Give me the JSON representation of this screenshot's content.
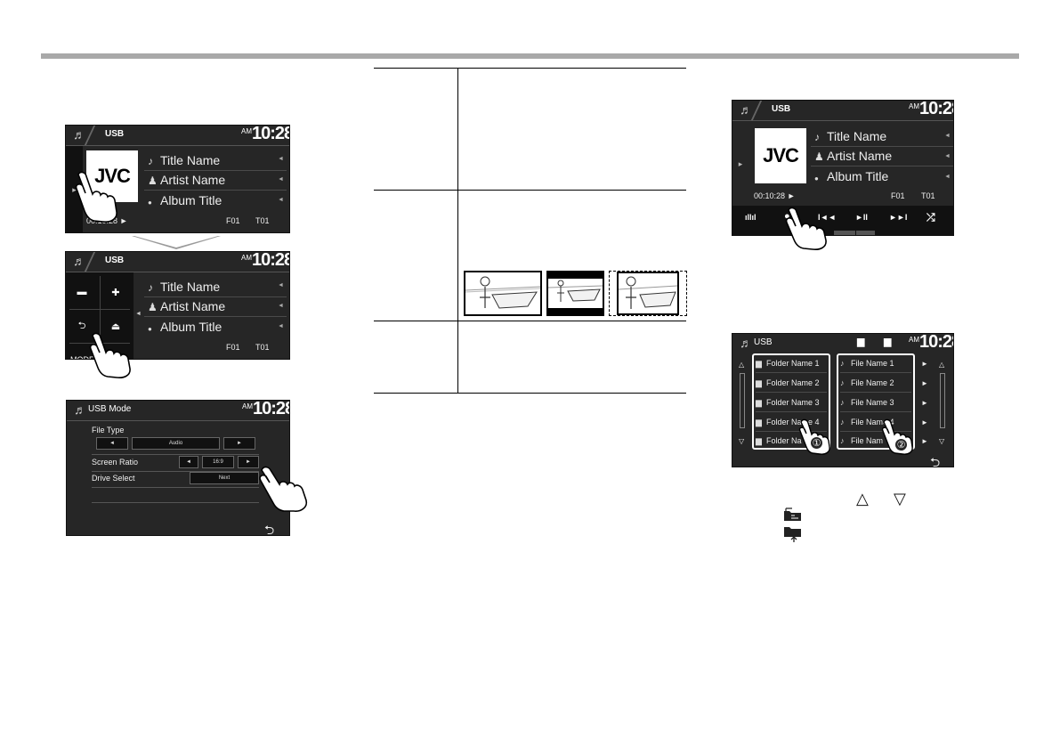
{
  "screens": {
    "source": "USB",
    "am": "AM",
    "clock": "10:28",
    "track": {
      "title": "Title Name",
      "artist": "Artist Name",
      "album": "Album Title",
      "time": "00:10:28",
      "folder": "F01",
      "track": "T01"
    },
    "art_logo": "JVC",
    "menu_mode": "MODE"
  },
  "usb_mode": {
    "title": "USB Mode",
    "am": "AM",
    "clock": "10:28",
    "file_type_label": "File Type",
    "file_type_value": "Audio",
    "screen_ratio_label": "Screen Ratio",
    "screen_ratio_value": "16:9",
    "drive_select_label": "Drive Select",
    "drive_select_value": "Next"
  },
  "list_screen": {
    "source": "USB",
    "am": "AM",
    "clock": "10:28",
    "folders": [
      "Folder Name 1",
      "Folder Name 2",
      "Folder Name 3",
      "Folder Name 4",
      "Folder Na"
    ],
    "files": [
      "File Name 1",
      "File Name 2",
      "File Name 3",
      "File Name 4",
      "File Nam"
    ],
    "markers": [
      "①",
      "②"
    ]
  },
  "icons": {
    "play": "►",
    "left": "◄",
    "right": "►",
    "note": "♪",
    "person": "♟",
    "disc": "●",
    "prev": "I◄◄",
    "playpause": "►II",
    "next": "►►I",
    "shuffle": "⤮",
    "search": "🔍",
    "return": "⮌",
    "up_outline": "△",
    "down_outline": "▽"
  },
  "colors": {
    "screen_bg": "#262626",
    "rule": "#a9a9a9"
  }
}
